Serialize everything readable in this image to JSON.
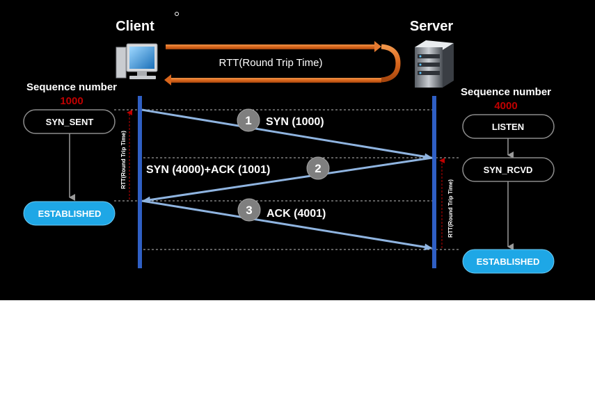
{
  "client": {
    "title": "Client",
    "seq_label": "Sequence number",
    "seq_value": "1000"
  },
  "server": {
    "title": "Server",
    "seq_label": "Sequence number",
    "seq_value": "4000"
  },
  "rtt_top": "RTT(Round Trip Time)",
  "rtt_vertical": "RTT(Round Trip Time)",
  "client_states": {
    "syn_sent": "SYN_SENT",
    "established": "ESTABLISHED"
  },
  "server_states": {
    "listen": "LISTEN",
    "syn_rcvd": "SYN_RCVD",
    "established": "ESTABLISHED"
  },
  "steps": [
    {
      "num": "1",
      "label": "SYN (1000)"
    },
    {
      "num": "2",
      "label": "SYN (4000)+ACK (1001)"
    },
    {
      "num": "3",
      "label": "ACK (4001)"
    }
  ],
  "colors": {
    "accent_red": "#c00000",
    "established_blue": "#1ea7e6",
    "timeline_blue": "#2f5fc4",
    "message_blue": "#8fb4e0",
    "rtt_orange": "#d9661c"
  }
}
